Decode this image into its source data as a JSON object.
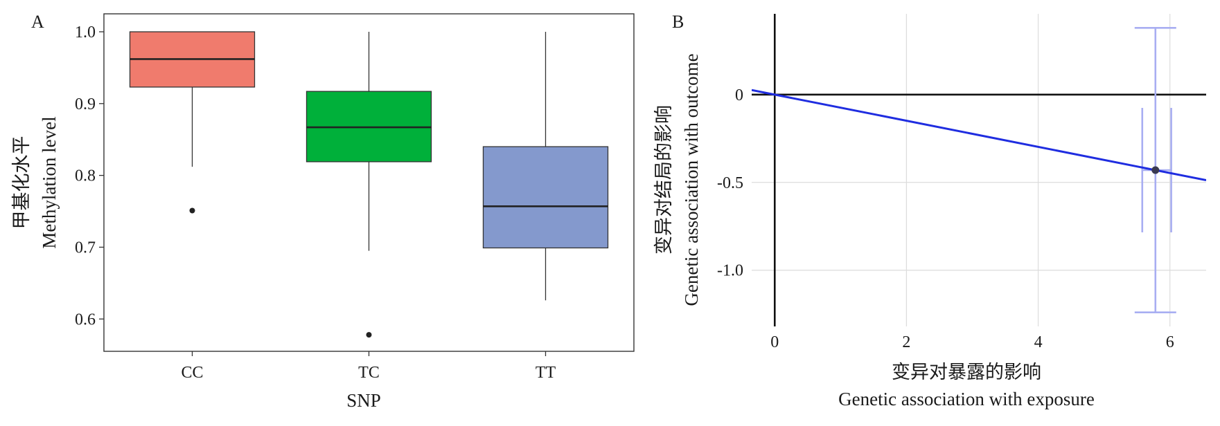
{
  "chart_data": [
    {
      "type": "box",
      "panel": "A",
      "xlabel": "SNP",
      "ylabel_cn": "甲基化水平",
      "ylabel_en": "Methylation level",
      "ylim": [
        0.555,
        1.025
      ],
      "yticks": [
        0.6,
        0.7,
        0.8,
        0.9,
        1.0
      ],
      "ytick_labels": [
        "0.6",
        "0.7",
        "0.8",
        "0.9",
        "1.0"
      ],
      "categories": [
        "CC",
        "TC",
        "TT"
      ],
      "boxes": [
        {
          "name": "CC",
          "whisker_low": 0.812,
          "q1": 0.923,
          "median": 0.962,
          "q3": 1.0,
          "whisker_high": 1.0,
          "outliers": [
            0.751
          ],
          "color": "#f07b6d"
        },
        {
          "name": "TC",
          "whisker_low": 0.695,
          "q1": 0.819,
          "median": 0.867,
          "q3": 0.917,
          "whisker_high": 1.0,
          "outliers": [
            0.578
          ],
          "color": "#00b03a"
        },
        {
          "name": "TT",
          "whisker_low": 0.626,
          "q1": 0.699,
          "median": 0.757,
          "q3": 0.84,
          "whisker_high": 1.0,
          "outliers": [],
          "color": "#8499cd"
        }
      ],
      "grid": false
    },
    {
      "type": "scatter",
      "panel": "B",
      "xlabel_cn": "变异对暴露的影响",
      "xlabel_en": "Genetic association with exposure",
      "ylabel_cn": "变异对结局的影响",
      "ylabel_en": "Genetic association with outcome",
      "xlim": [
        -0.35,
        6.55
      ],
      "ylim": [
        -1.32,
        0.46
      ],
      "xticks": [
        0,
        2,
        4,
        6
      ],
      "xtick_labels": [
        "0",
        "2",
        "4",
        "6"
      ],
      "yticks": [
        0,
        -0.5,
        -1.0
      ],
      "ytick_labels": [
        "0",
        "-0.5",
        "-1.0"
      ],
      "points": [
        {
          "x": 5.78,
          "y": -0.43,
          "x_ci": [
            5.58,
            6.02
          ],
          "y_ci": [
            -1.24,
            0.38
          ]
        }
      ],
      "fit_line": {
        "slope": -0.0744,
        "intercept": 0.0
      },
      "grid": true,
      "colors": {
        "line": "#1f2de0",
        "errorbar": "#a8aef2",
        "point": "#3a3a52"
      }
    }
  ]
}
